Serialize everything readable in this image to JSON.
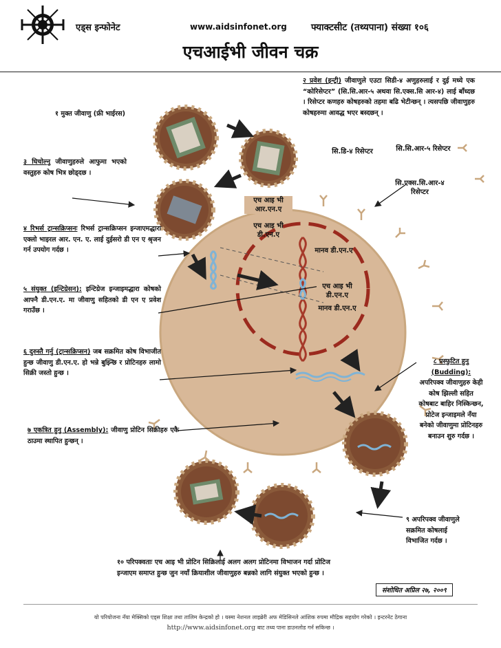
{
  "header": {
    "brand": "एड्स इन्फोनेट",
    "url": "www.aidsinfonet.org",
    "sheet": "फ्याक्टसीट (तथ्यपाना) संख्या १०६",
    "title": "एचआईभी जीवन चक्र"
  },
  "steps": {
    "s1": "१ मुक्त जीवाणु (फ्री भाईरस)",
    "s2_head": "२ प्रवेश (इन्ट्री)",
    "s2_body": "जीवाणुले एउटा सिडी-४ अणुहरुलाई र दुई मध्ये एक “कोरिसेप्टर” (सि.सि.आर-५ अथवा सि.एक्स.सि आर-४) लाई बाँध्दछ । रिसेप्टर कणहरु कोषहरुको तहमा बढि भेटीन्छन् । त्यसपछि जीवाणुहरु कोषहरुमा आवद्ध भएर बस्दछन् ।",
    "s3_head": "३ घिचोल्नु",
    "s3_body": "जीवाणुहरुले आफुमा भएको वस्तुहरु कोष भित्र छोड्दछ ।",
    "s4_head": "४ रिभर्स ट्रान्सक्रिप्सनः",
    "s4_body": "रिभर्स ट्रान्सक्रिप्सन इन्जाएमद्धारा एक्लो भाइरल आर. एन. ए. लाई दुईसरो डी एन ए श्रृजन गर्न उपयोग गर्दछ ।",
    "s5_head": "५ संयुक्त (इन्टिग्रेसन):",
    "s5_body": "इन्टिग्रेज इन्जाइमद्धारा कोषको आफ्नै डी.एन.ए. मा जीवाणु सहितको डी एन ए प्रवेश गराउँछ ।",
    "s6_head": "६ दुरुस्तै गर्नु (ट्रान्सक्रिप्सन)",
    "s6_body": "जब सक्रमित कोष विभाजीत हुन्छ जीवाणु डी.एन.ए. हो भन्ने बुझ्न्छि र प्रोटिनहरु लामो सिक्री जस्तो हुन्छ ।",
    "s7_head": "७ एकत्रित हुनु (Assembly):",
    "s7_body": "जीवाणु प्रोटिन सिक्रीहरु एकै ठाउमा स्थापित हुन्छन् ।",
    "s8_head": "८ प्रस्फुटित हुनु",
    "s8_en": "(Budding):",
    "s8_body": "अपरिपक्व जीवाणुहरु केही कोष झिल्ली सहित कोषबाट बाहिर निस्किन्छन, प्रोटेज इन्जाइमले नँया बनेको जीवाणुमा प्रोटिनहरु बनाउन शुरु गर्दछ ।",
    "s9": "९ अपरिपक्व जीवाणुले सक्रमित कोषलाई विभाजित गर्दछ ।",
    "s10": "१० परिपक्वताः एच आइ भी प्रोटिन सिक्रिलाई अलग अलग प्रोटिनमा विभाजन गर्दा प्रोटिज इन्जाएम समाप्त हुन्छ जुन नयाँ क्रियाशील जीवाणुहरु बन्नको लागि संयुक्त भएको हुन्छ ।"
  },
  "labels": {
    "cd4": "सि.डि-४ रिसेप्टर",
    "ccr5": "सि.सि.आर-५ रिसेप्टर",
    "cxcr4": "सि.एक्स.सि.आर-४ रिसेप्टर",
    "hiv_rna": "एच आइ भी आर.एन.ए",
    "hiv_dna": "एच आइ भी डी.एन.ए",
    "human_dna": "मानव डी.एन.ए",
    "hiv_dna2": "एच आइ भी डी.एन.ए",
    "human_dna2": "मानव डी.एन.ए"
  },
  "revised": "संशोधित अप्रिल २७, २००९",
  "footer": {
    "line1": "यो परियोजना नँया मेक्सिको एड्स शिक्षा तथा तालिम केन्द्रको हो । यस्मा नेशनल लाइब्रेरी अफ मेडिसिनले आंशिक रुपमा मौद्रिक सहयोग गरेको । इन्टरनेट ठेगाना",
    "url": "http://www.aidsinfonet.org",
    "line2": "बाट तथ्य पाना डाउनलोड गर्न सकिन्छ ।"
  },
  "colors": {
    "cell": "#d8b898",
    "nucleus": "#9b2a1e",
    "virus": "#8a5a3a",
    "receptor": "#c9a77f",
    "dna": "#a63a2a",
    "viral_dna": "#7fb3d5"
  }
}
